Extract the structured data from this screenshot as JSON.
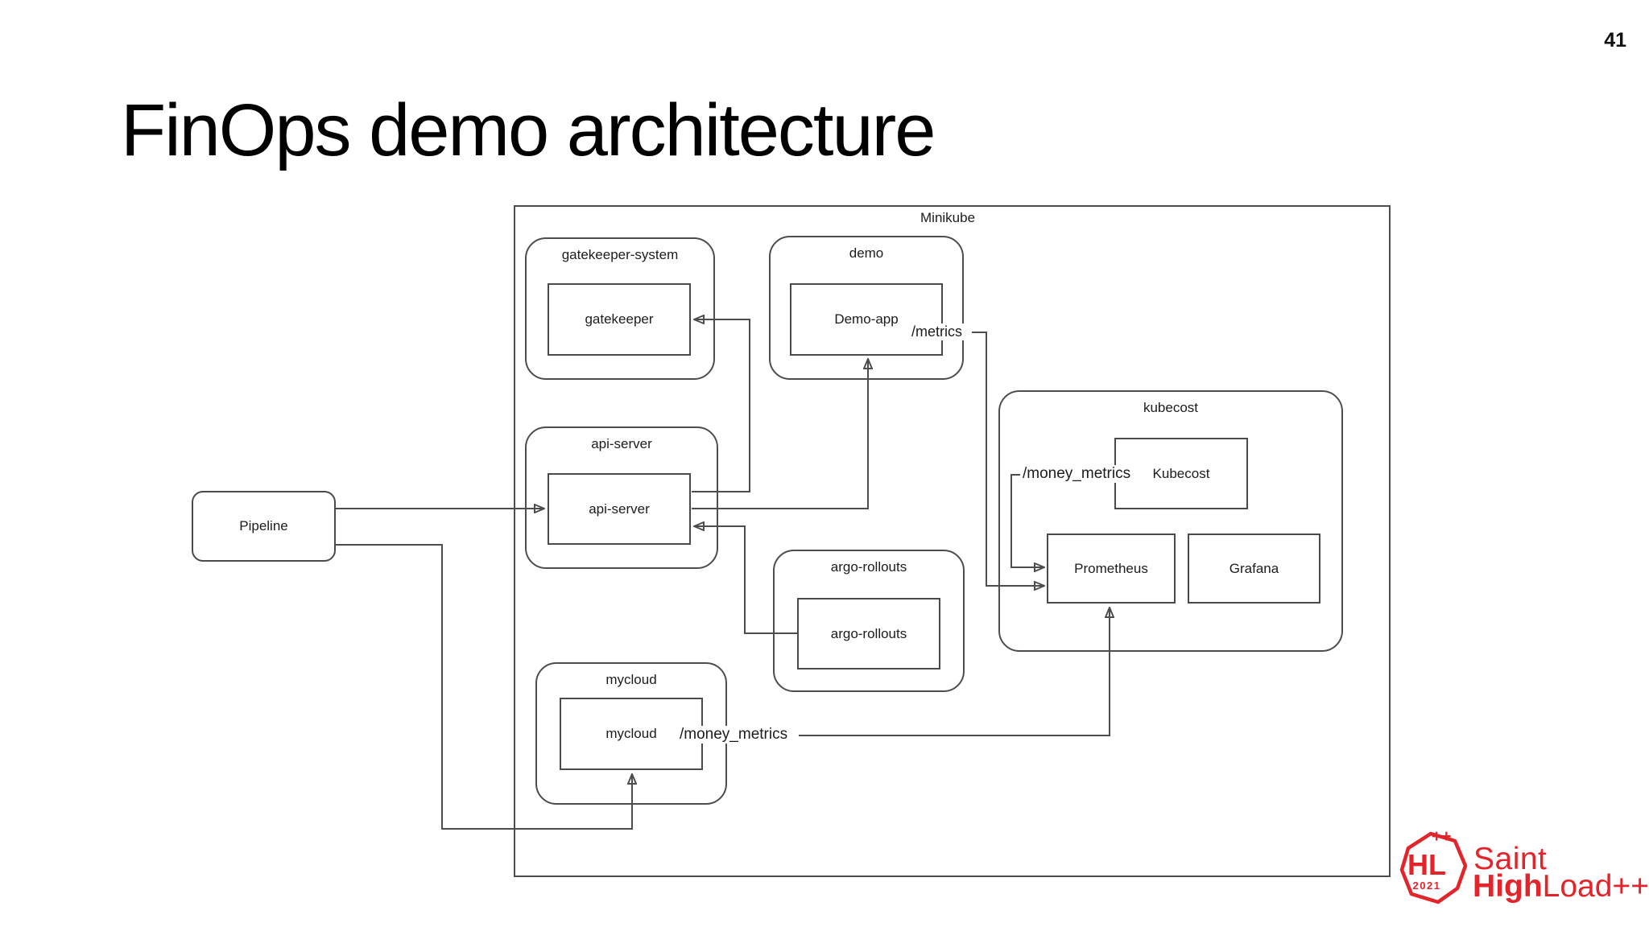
{
  "page_number": "41",
  "title": "FinOps demo architecture",
  "diagram": {
    "cluster": "Minikube",
    "namespaces": {
      "gatekeeper_system": "gatekeeper-system",
      "demo": "demo",
      "api_server": "api-server",
      "argo_rollouts": "argo-rollouts",
      "mycloud": "mycloud",
      "kubecost": "kubecost"
    },
    "nodes": {
      "pipeline": "Pipeline",
      "gatekeeper": "gatekeeper",
      "demo_app": "Demo-app",
      "api_server": "api-server",
      "argo_rollouts": "argo-rollouts",
      "mycloud": "mycloud",
      "kubecost": "Kubecost",
      "prometheus": "Prometheus",
      "grafana": "Grafana"
    },
    "edge_labels": {
      "metrics": "/metrics",
      "money_metrics_kubecost": "/money_metrics",
      "money_metrics_mycloud": "/money_metrics"
    }
  },
  "logo": {
    "badge_text": "HL",
    "badge_year": "2021",
    "badge_plusplus": "++",
    "brand_top": "Saint",
    "brand_bold": "High",
    "brand_rest": "Load++"
  },
  "colors": {
    "accent_red": "#e3242b",
    "diagram_line": "#4d4d4d"
  }
}
